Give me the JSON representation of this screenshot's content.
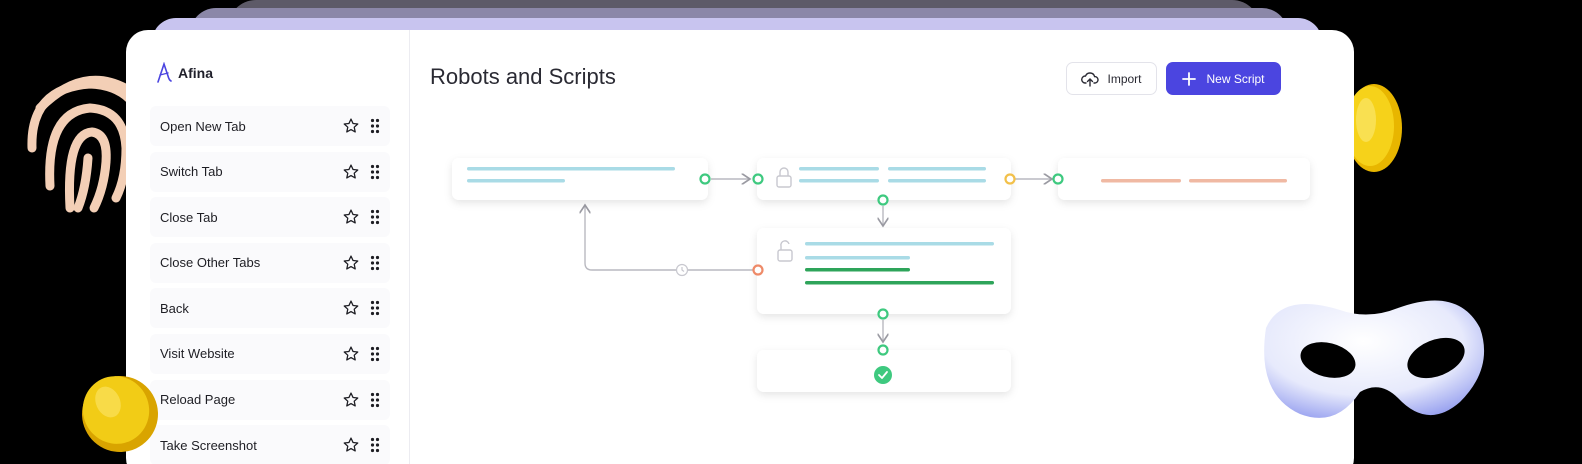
{
  "app": {
    "brand": "Afina"
  },
  "main": {
    "title": "Robots and Scripts",
    "import_label": "Import",
    "new_script_label": "New Script"
  },
  "sidebar": {
    "items": [
      {
        "label": "Open New Tab"
      },
      {
        "label": "Switch Tab"
      },
      {
        "label": "Close Tab"
      },
      {
        "label": "Close Other Tabs"
      },
      {
        "label": "Back"
      },
      {
        "label": "Visit Website"
      },
      {
        "label": "Reload Page"
      },
      {
        "label": "Take Screenshot"
      }
    ]
  },
  "colors": {
    "accent": "#4b45e0",
    "node_line_blue": "#a9dbe6",
    "node_line_green": "#2ea45a",
    "node_line_orange": "#f0b9a3",
    "port_green": "#3ec97f",
    "port_yellow": "#f2c04a",
    "port_orange": "#ee8a68"
  },
  "icons": {
    "star": "star-icon",
    "drag": "drag-handle-icon",
    "import": "cloud-upload-icon",
    "plus": "plus-icon",
    "lock": "lock-icon",
    "unlock": "unlock-icon",
    "clock": "clock-icon",
    "check": "check-icon"
  }
}
